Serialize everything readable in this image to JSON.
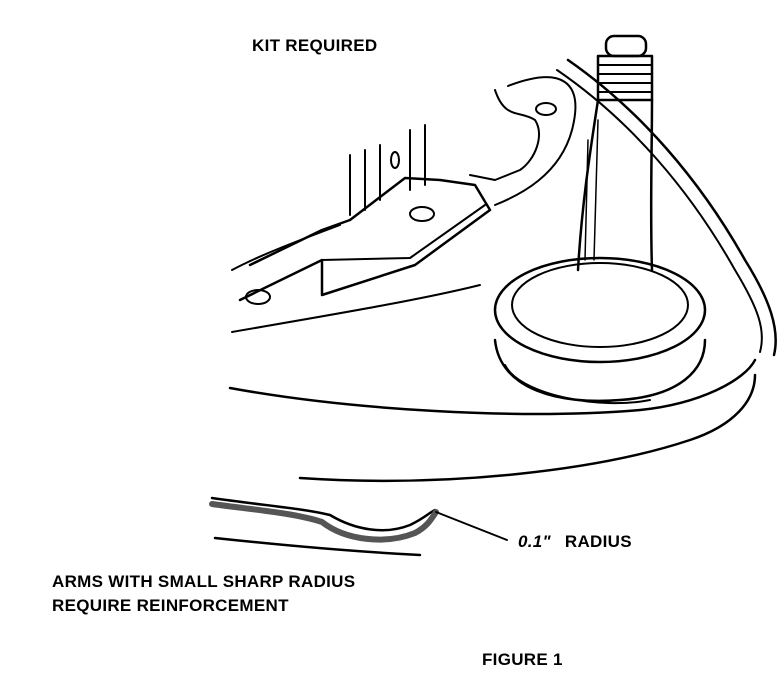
{
  "labels": {
    "kit_required": "KIT REQUIRED",
    "radius_value": "0.1\"",
    "radius_word": "RADIUS",
    "arms_line1": "ARMS WITH SMALL SHARP RADIUS",
    "arms_line2": "REQUIRE REINFORCEMENT",
    "figure": "FIGURE 1"
  },
  "colors": {
    "ink": "#000000",
    "paper": "#ffffff"
  }
}
